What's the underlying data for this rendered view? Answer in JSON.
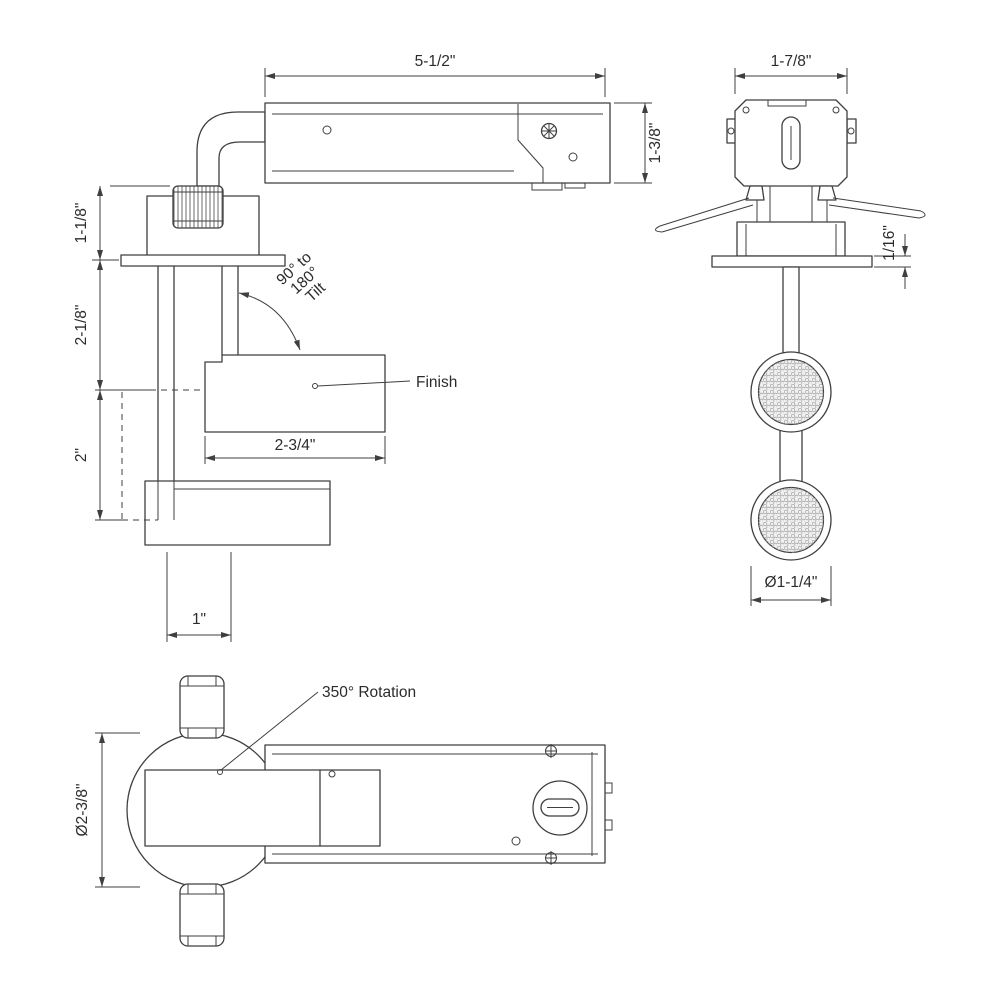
{
  "side_view": {
    "dims": {
      "housing_width": "5-1/2\"",
      "housing_height": "1-3/8\"",
      "knob_height": "1-1/8\"",
      "stem_drop": "2-1/8\"",
      "housing_drop": "2\"",
      "head_width": "2-3/4\"",
      "stem_width": "1\""
    },
    "tilt": {
      "line1": "90° to",
      "line2": "180°",
      "line3": "Tilt"
    },
    "finish_label": "Finish"
  },
  "front_view": {
    "dims": {
      "head_width": "1-7/8\"",
      "flange_thickness": "1/16\"",
      "lens_diameter": "Ø1-1/4\""
    }
  },
  "top_view": {
    "rotation_label": "350° Rotation",
    "dims": {
      "canopy_diameter": "Ø2-3/8\""
    }
  },
  "colors": {
    "line": "#3f3f3f",
    "text": "#2b2b2b",
    "lens_fill": "#f1f1f1"
  }
}
